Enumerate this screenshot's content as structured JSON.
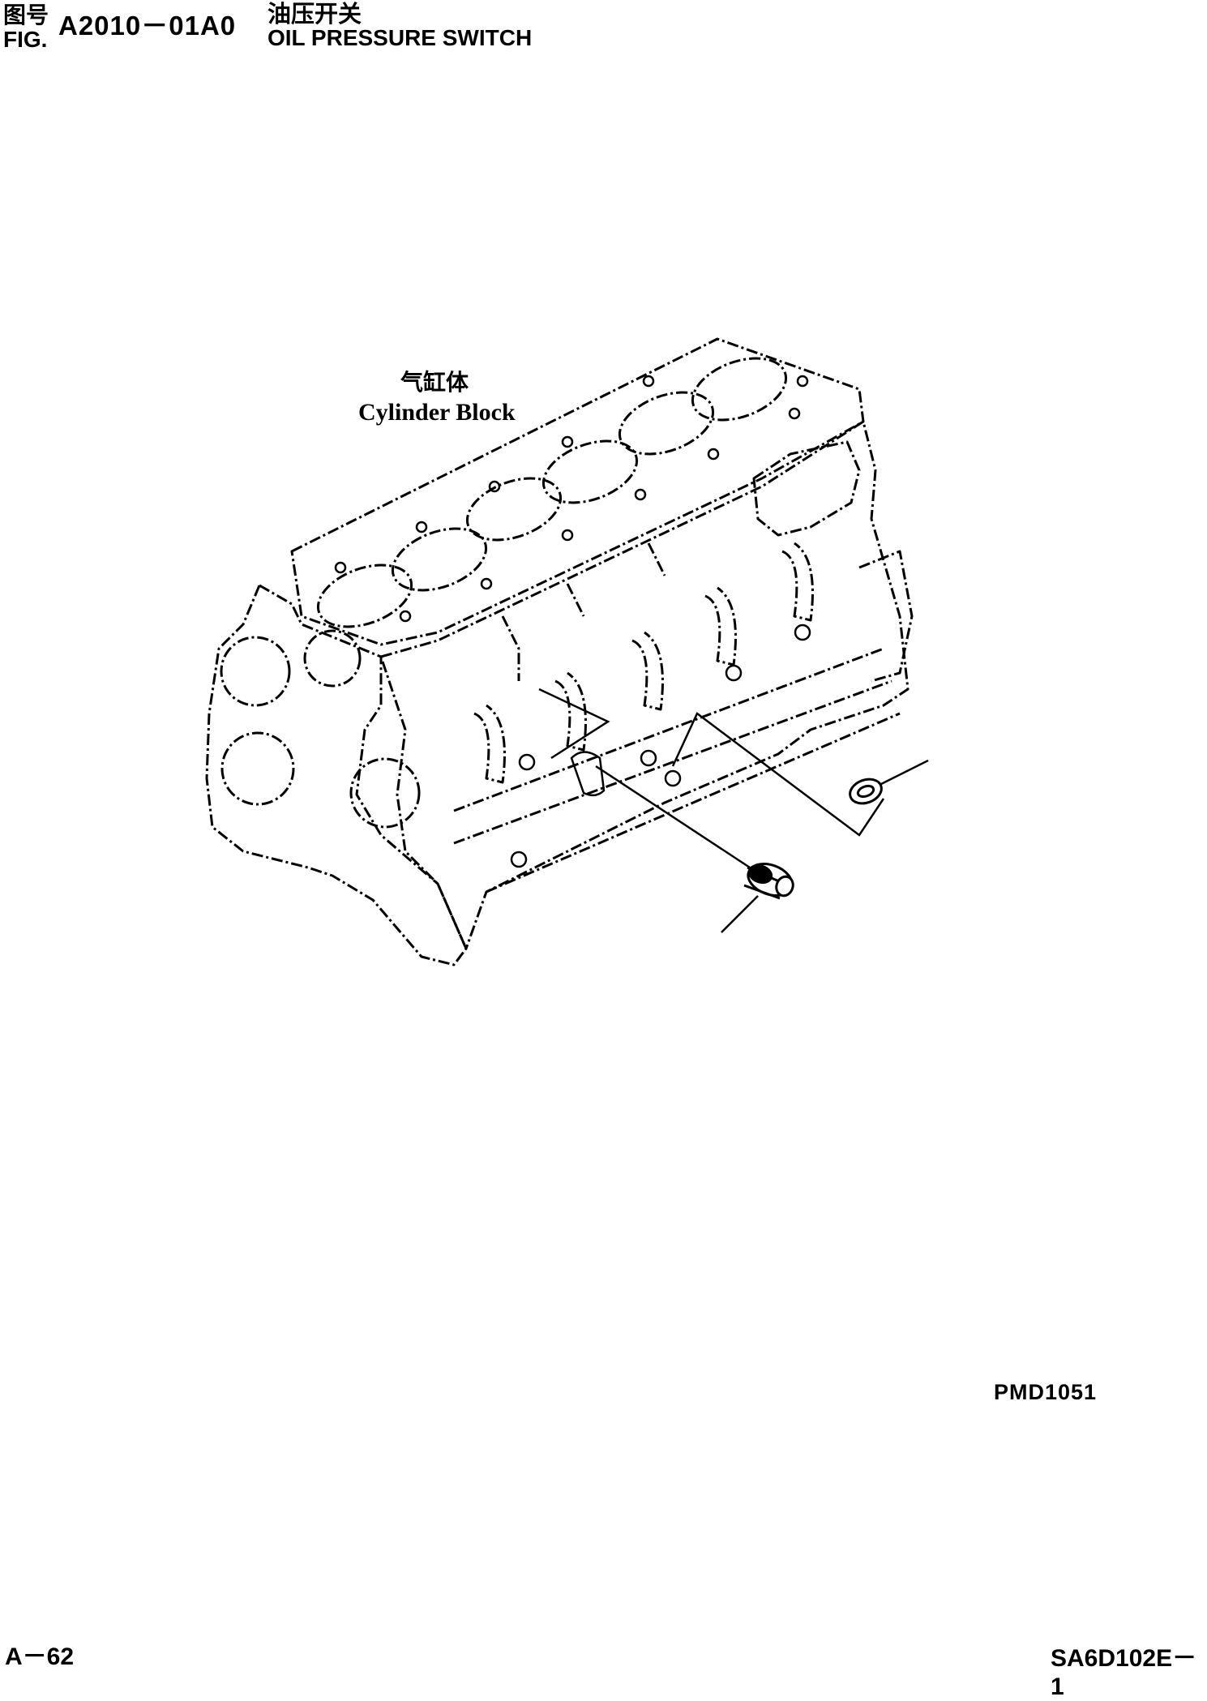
{
  "header": {
    "fig_label_cn": "图号",
    "fig_label_en": "FIG.",
    "fig_number": "A2010－01A0",
    "title_cn": "油压开关",
    "title_en": "OIL PRESSURE SWITCH"
  },
  "drawing": {
    "component_label_cn": "气缸体",
    "component_label_en": "Cylinder Block"
  },
  "footer": {
    "drawing_code": "PMD1051",
    "page_number": "A－62",
    "model_code": "SA6D102E－1"
  }
}
